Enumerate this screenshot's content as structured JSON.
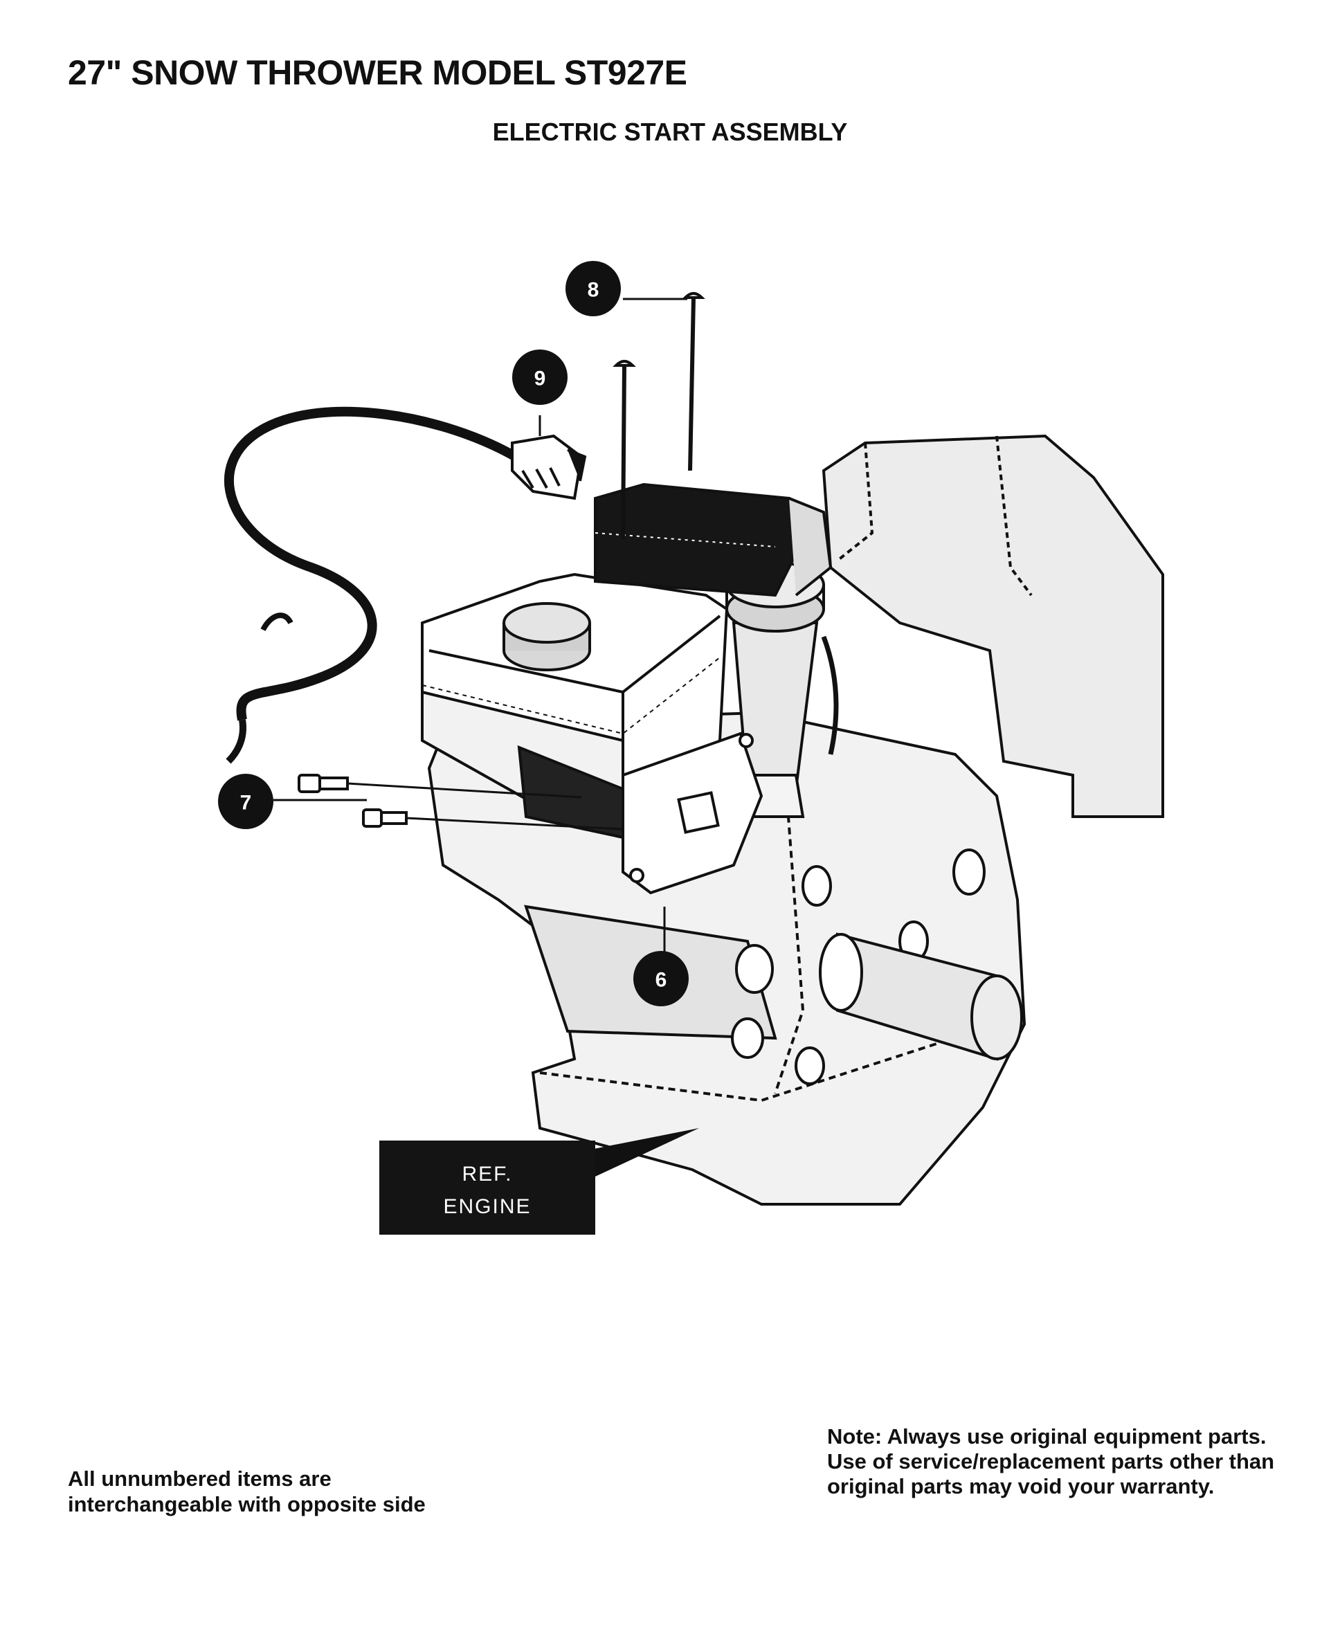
{
  "header": {
    "title": "27\" SNOW THROWER MODEL ST927E",
    "subtitle": "ELECTRIC START ASSEMBLY"
  },
  "diagram": {
    "callouts": [
      {
        "number": "8"
      },
      {
        "number": "9"
      },
      {
        "number": "7"
      },
      {
        "number": "6"
      }
    ],
    "ref_label": [
      "REF.",
      "ENGINE"
    ]
  },
  "footer": {
    "left_note": "All unnumbered items are interchangeable with opposite side",
    "right_note": "Note: Always use original equipment parts.  Use of service/replacement parts other than original parts may void your warranty."
  }
}
